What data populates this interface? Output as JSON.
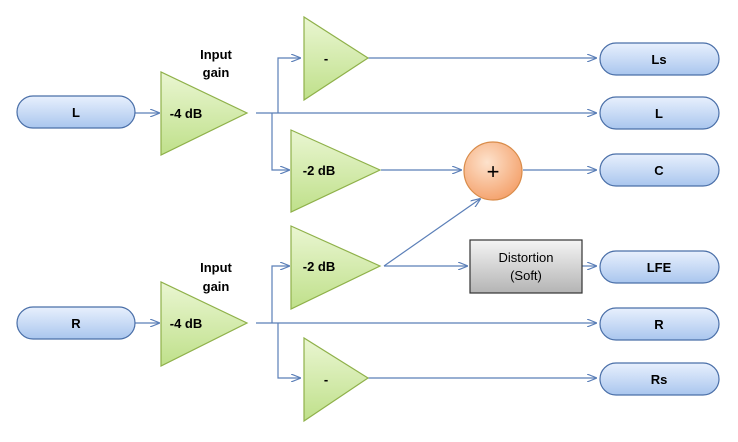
{
  "inputs": {
    "left": "L",
    "right": "R"
  },
  "gain_stage": {
    "caption_line1": "Input",
    "caption_line2": "gain",
    "left_value": "-4 dB",
    "right_value": "-4 dB"
  },
  "processors": {
    "invert_top": "-",
    "center_left": "-2 dB",
    "center_right": "-2 dB",
    "invert_bottom": "-",
    "sum_symbol": "+",
    "distortion_line1": "Distortion",
    "distortion_line2": "(Soft)"
  },
  "outputs": {
    "ls": "Ls",
    "l": "L",
    "c": "C",
    "lfe": "LFE",
    "r": "R",
    "rs": "Rs"
  },
  "colors": {
    "pill_fill": "#c9dcf7",
    "amplifier_fill": "#d4ebaa",
    "sum_fill": "#f7b98a",
    "distortion_fill": "#cfcfcf",
    "wire": "#5b7fb8"
  }
}
